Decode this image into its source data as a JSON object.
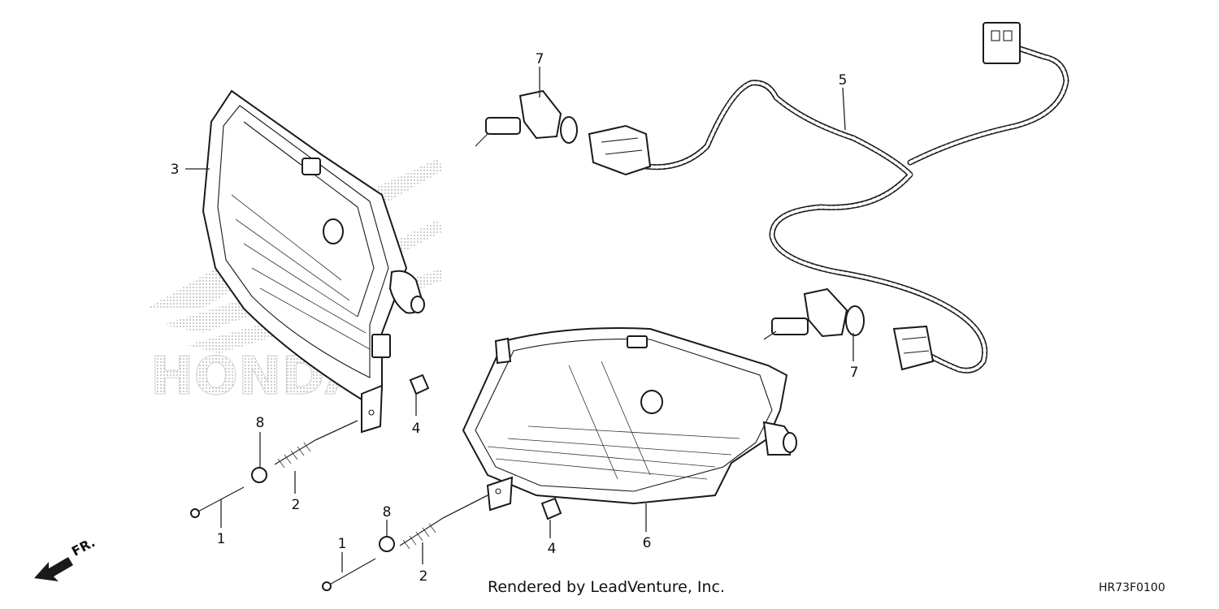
{
  "callouts": [
    {
      "id": "c7a",
      "label": "7"
    },
    {
      "id": "c5",
      "label": "5"
    },
    {
      "id": "c3",
      "label": "3"
    },
    {
      "id": "c8a",
      "label": "8"
    },
    {
      "id": "c4a",
      "label": "4"
    },
    {
      "id": "c2a",
      "label": "2"
    },
    {
      "id": "c1a",
      "label": "1"
    },
    {
      "id": "c8b",
      "label": "8"
    },
    {
      "id": "c1b",
      "label": "1"
    },
    {
      "id": "c2b",
      "label": "2"
    },
    {
      "id": "c4b",
      "label": "4"
    },
    {
      "id": "c6",
      "label": "6"
    },
    {
      "id": "c7b",
      "label": "7"
    }
  ],
  "watermark": {
    "text": "HONDA",
    "color": "#bdbdbd"
  },
  "direction": {
    "label": "FR."
  },
  "footer": {
    "credit": "Rendered by LeadVenture, Inc.",
    "diagram_code": "HR73F0100"
  }
}
